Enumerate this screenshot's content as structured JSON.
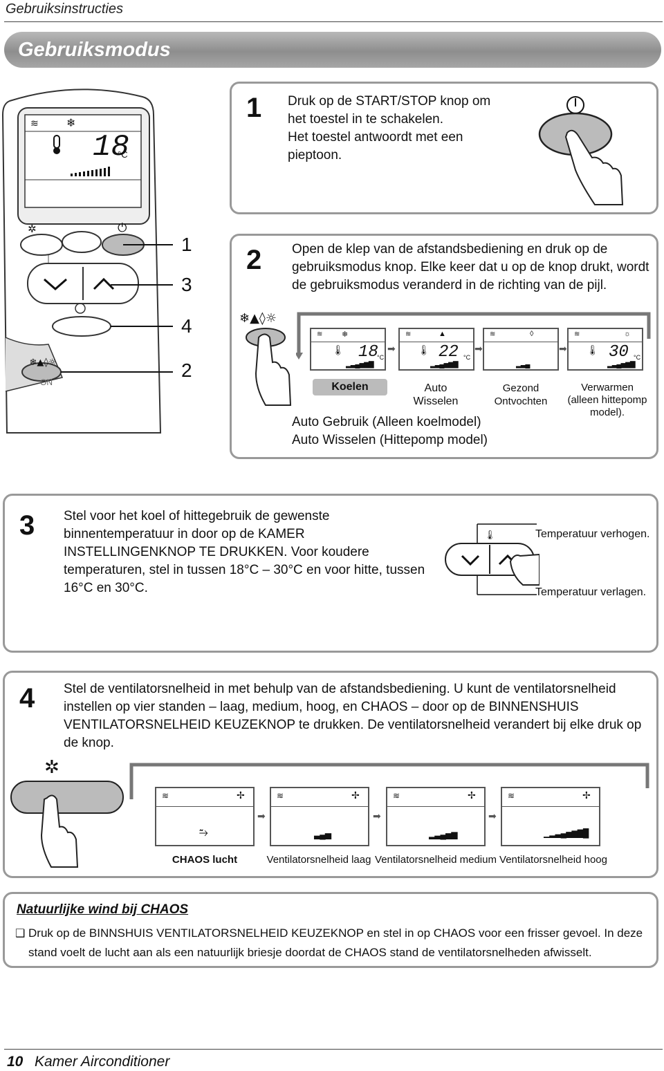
{
  "header": {
    "title": "Gebruiksinstructies"
  },
  "section": {
    "title": "Gebruiksmodus"
  },
  "remote": {
    "display_temp": "18",
    "unit": "°C",
    "on_label": "ON",
    "callouts": [
      "1",
      "3",
      "4",
      "2"
    ]
  },
  "step1": {
    "number": "1",
    "lines": [
      "Druk op de START/STOP knop om",
      "het toestel in te schakelen.",
      "Het toestel antwoordt met een",
      "pieptoon."
    ]
  },
  "step2": {
    "number": "2",
    "lines": [
      "Open de klep van de afstandsbediening en druk op de",
      "gebruiksmodus knop. Elke keer dat u op de knop drukt, wordt",
      "de gebruiksmodus veranderd in de richting van de pijl."
    ],
    "modes": [
      {
        "temp": "18",
        "unit": "°C",
        "label1": "Koelen",
        "label2": ""
      },
      {
        "temp": "22",
        "unit": "°C",
        "label1": "Auto",
        "label2": "Wisselen"
      },
      {
        "temp": "",
        "unit": "",
        "label1": "Gezond Ontvochten",
        "label2": ""
      },
      {
        "temp": "30",
        "unit": "°C",
        "label1": "Verwarmen",
        "label2": "(alleen hittepomp",
        "label3": "model)."
      }
    ],
    "notes": [
      "Auto Gebruik (Alleen koelmodel)",
      "Auto Wisselen (Hittepomp model)"
    ]
  },
  "step3": {
    "number": "3",
    "lines": [
      "Stel voor het koel of hittegebruik de gewenste",
      "binnentemperatuur in door op de KAMER",
      "INSTELLINGENKNOP TE DRUKKEN. Voor koudere",
      "temperaturen, stel in tussen 18°C – 30°C en voor hitte, tussen",
      "16°C en 30°C."
    ],
    "up_label": "Temperatuur verhogen.",
    "down_label": "Temperatuur verlagen."
  },
  "step4": {
    "number": "4",
    "lines": [
      "Stel de ventilatorsnelheid in met behulp van de afstandsbediening. U kunt de ventilatorsnelheid",
      "instellen op vier standen – laag, medium, hoog, en CHAOS – door op de BINNENSHUIS",
      "VENTILATORSNELHEID KEUZEKNOP te drukken. De ventilatorsnelheid verandert bij elke druk op",
      "de knop."
    ],
    "speeds": [
      "CHAOS lucht",
      "Ventilatorsnelheid laag",
      "Ventilatorsnelheid medium",
      "Ventilatorsnelheid hoog"
    ]
  },
  "note": {
    "title": "Natuurlijke wind bij CHAOS",
    "bullet": "❑",
    "lines": [
      "Druk op de BINNSHUIS VENTILATORSNELHEID KEUZEKNOP en stel in op CHAOS voor een frisser gevoel. In deze",
      "stand voelt de lucht aan als een natuurlijk briesje doordat de CHAOS stand de ventilatorsnelheden afwisselt."
    ]
  },
  "footer": {
    "page": "10",
    "title": "Kamer Airconditioner"
  }
}
